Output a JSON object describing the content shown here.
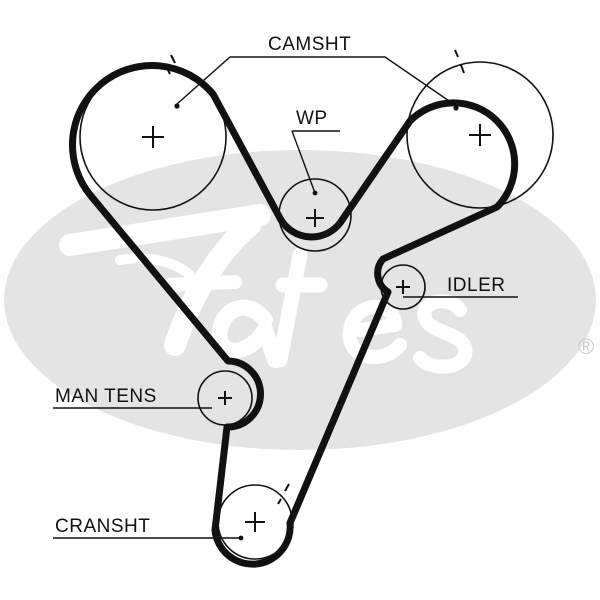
{
  "diagram": {
    "labels": {
      "camshaft": "CAMSHT",
      "water_pump": "WP",
      "idler": "IDLER",
      "manual_tensioner": "MAN TENS",
      "crankshaft": "CRANSHT"
    },
    "brand_mark": "®",
    "colors": {
      "belt": "#111111",
      "line": "#111111",
      "watermark": "#e4e4e4",
      "background": "#ffffff"
    }
  }
}
